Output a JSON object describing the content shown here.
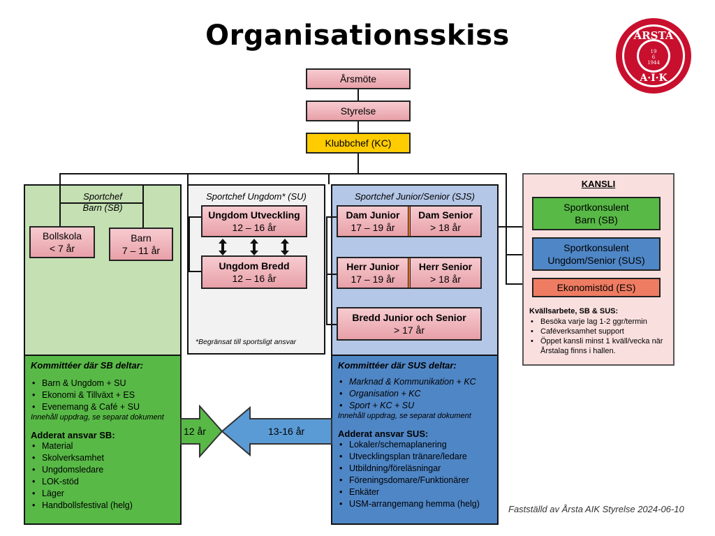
{
  "title": "Organisationsskiss",
  "logo": {
    "top_text": "ÅRSTA",
    "bottom_text": "A·I·K",
    "year_left": "19",
    "year_mid": "6",
    "year_right": "1944",
    "color": "#c8102e"
  },
  "top": {
    "arsmote": "Årsmöte",
    "styrelse": "Styrelse",
    "klubbchef": "Klubbchef (KC)"
  },
  "sb": {
    "head_line1": "Sportchef",
    "head_line2": "Barn (SB)",
    "bollskola_line1": "Bollskola",
    "bollskola_line2": "< 7 år",
    "barn_line1": "Barn",
    "barn_line2": "7 – 11 år",
    "committee_title": "Kommittéer där SB deltar:",
    "committees": [
      "Barn & Ungdom + SU",
      "Ekonomi & Tillväxt + ES",
      "Evenemang & Café + SU"
    ],
    "committee_note": "Innehåll uppdrag, se separat dokument",
    "added_title": "Adderat ansvar SB:",
    "added": [
      "Material",
      "Skolverksamhet",
      "Ungdomsledare",
      "LOK-stöd",
      "Läger",
      "Handbollsfestival (helg)"
    ]
  },
  "su": {
    "head": "Sportchef Ungdom* (SU)",
    "utveckling_line1": "Ungdom Utveckling",
    "utveckling_line2": "12 – 16 år",
    "bredd_line1": "Ungdom Bredd",
    "bredd_line2": "12 – 16 år",
    "footnote": "*Begränsat till sportsligt ansvar"
  },
  "sjs": {
    "head": "Sportchef Junior/Senior (SJS)",
    "dam_junior_line1": "Dam Junior",
    "dam_junior_line2": "17 – 19 år",
    "dam_senior_line1": "Dam Senior",
    "dam_senior_line2": "> 18 år",
    "herr_junior_line1": "Herr Junior",
    "herr_junior_line2": "17 – 19 år",
    "herr_senior_line1": "Herr Senior",
    "herr_senior_line2": "> 18 år",
    "bredd_line1": "Bredd Junior och Senior",
    "bredd_line2": "> 17 år",
    "committee_title": "Kommittéer där SUS deltar:",
    "committees": [
      "Marknad & Kommunikation + KC",
      "Organisation + KC",
      "Sport + KC + SU"
    ],
    "committee_note": "Innehåll uppdrag, se separat dokument",
    "added_title": "Adderat ansvar SUS:",
    "added": [
      "Lokaler/schemaplanering",
      "Utvecklingsplan tränare/ledare",
      "Utbildning/föreläsningar",
      "Föreningsdomare/Funktionärer",
      "Enkäter",
      "USM-arrangemang hemma (helg)"
    ]
  },
  "kansli": {
    "head": "KANSLI",
    "sb_line1": "Sportkonsulent",
    "sb_line2": "Barn (SB)",
    "sus_line1": "Sportkonsulent",
    "sus_line2": "Ungdom/Senior (SUS)",
    "es": "Ekonomistöd (ES)",
    "evening_title": "Kvällsarbete, SB & SUS:",
    "evening": [
      "Besöka varje lag 1-2 ggr/termin",
      "Caféverksamhet support",
      "Öppet kansli minst 1 kväll/vecka när Årstalag finns i hallen."
    ]
  },
  "arrows": {
    "left_label": "12 år",
    "right_label": "13-16 år"
  },
  "footer": "Fastställd av Årsta AIK Styrelse 2024-06-10",
  "colors": {
    "pink": "#e8a0a8",
    "yellow": "#ffcc00",
    "green_light": "#c5e0b3",
    "green": "#58b947",
    "grey": "#f2f2f2",
    "blue_light": "#b4c7e7",
    "blue": "#4f86c6",
    "kansli_bg": "#f9e0df",
    "orange": "#ee7c62"
  }
}
